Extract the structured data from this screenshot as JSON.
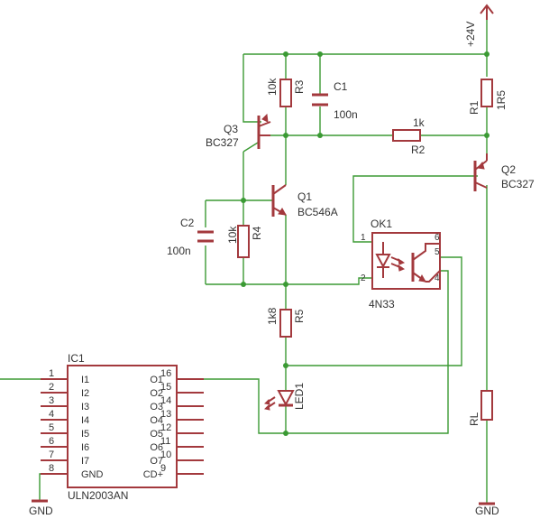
{
  "supply": {
    "label": "+24V"
  },
  "ground": {
    "label": "GND"
  },
  "Q3": {
    "ref": "Q3",
    "value": "BC327"
  },
  "Q1": {
    "ref": "Q1",
    "value": "BC546A"
  },
  "Q2": {
    "ref": "Q2",
    "value": "BC327"
  },
  "R3": {
    "ref": "R3",
    "value": "10k"
  },
  "R4": {
    "ref": "R4",
    "value": "10k"
  },
  "R1": {
    "ref": "R1",
    "value": "1R5"
  },
  "R2": {
    "ref": "R2",
    "value": "1k"
  },
  "R5": {
    "ref": "R5",
    "value": "1k8"
  },
  "C1": {
    "ref": "C1",
    "value": "100n"
  },
  "C2": {
    "ref": "C2",
    "value": "100n"
  },
  "OK1": {
    "ref": "OK1",
    "value": "4N33",
    "pins": [
      "1",
      "2",
      "6",
      "5",
      "4"
    ]
  },
  "LED1": {
    "ref": "LED1"
  },
  "RL": {
    "ref": "RL"
  },
  "IC1": {
    "ref": "IC1",
    "value": "ULN2003AN",
    "left_pins": [
      {
        "num": "1",
        "name": "I1"
      },
      {
        "num": "2",
        "name": "I2"
      },
      {
        "num": "3",
        "name": "I3"
      },
      {
        "num": "4",
        "name": "I4"
      },
      {
        "num": "5",
        "name": "I5"
      },
      {
        "num": "6",
        "name": "I6"
      },
      {
        "num": "7",
        "name": "I7"
      },
      {
        "num": "8",
        "name": "GND"
      }
    ],
    "right_pins": [
      {
        "num": "16",
        "name": "O1"
      },
      {
        "num": "15",
        "name": "O2"
      },
      {
        "num": "14",
        "name": "O3"
      },
      {
        "num": "13",
        "name": "O4"
      },
      {
        "num": "12",
        "name": "O5"
      },
      {
        "num": "11",
        "name": "O6"
      },
      {
        "num": "10",
        "name": "O7"
      },
      {
        "num": "9",
        "name": "CD+"
      }
    ]
  }
}
